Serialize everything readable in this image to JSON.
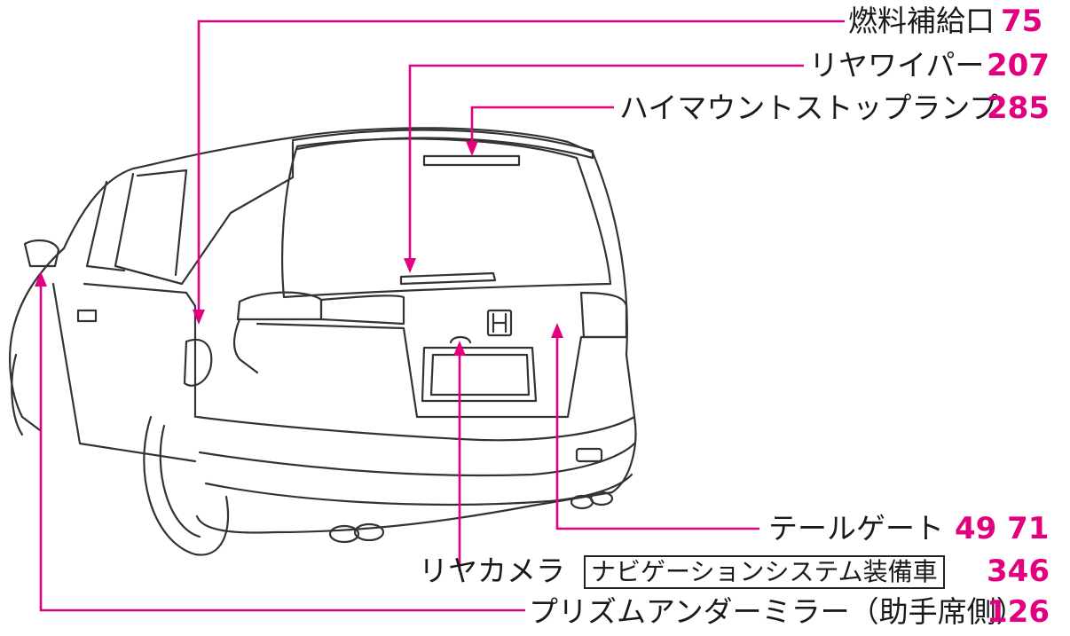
{
  "colors": {
    "accent": "#e3007f",
    "ink": "#1a1a1a",
    "line": "#333333"
  },
  "callouts": [
    {
      "id": "fuel",
      "label": "燃料補給口",
      "page": "75"
    },
    {
      "id": "wiper",
      "label": "リヤワイパー",
      "page": "207"
    },
    {
      "id": "stoplamp",
      "label": "ハイマウントストップランプ",
      "page": "285"
    },
    {
      "id": "tailgate",
      "label": "テールゲート",
      "page": "49 71"
    },
    {
      "id": "camera",
      "label": "リヤカメラ",
      "boxed": "ナビゲーションシステム装備車",
      "page": "346"
    },
    {
      "id": "mirror",
      "label": "プリズムアンダーミラー（助手席側）",
      "page": "126"
    }
  ]
}
